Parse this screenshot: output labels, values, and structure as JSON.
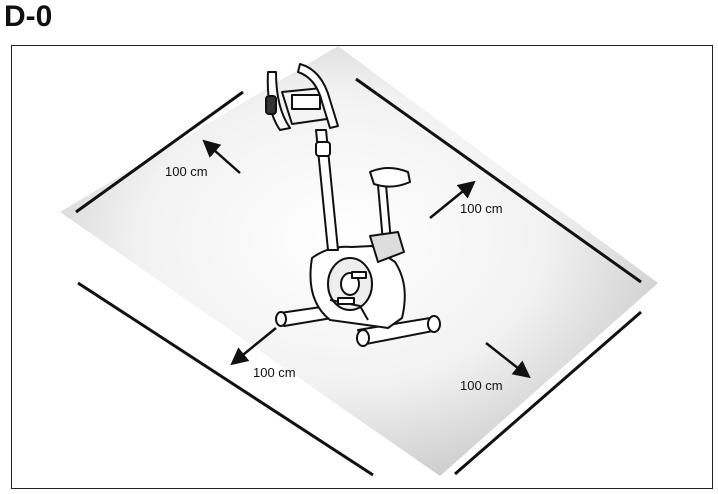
{
  "figure": {
    "id_label": "D-0",
    "clearance_labels": {
      "back_left": "100 cm",
      "back_right": "100 cm",
      "front_left": "100 cm",
      "front_right": "100 cm"
    },
    "colors": {
      "ink": "#111111",
      "floor_center": "#ffffff",
      "floor_edge": "#c8c8c8"
    },
    "device": "exercise-bike"
  }
}
